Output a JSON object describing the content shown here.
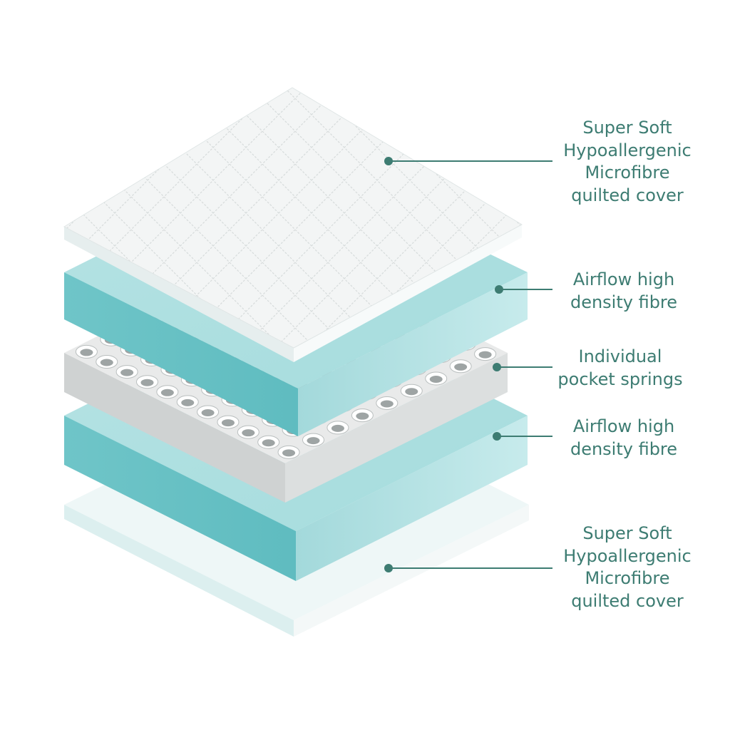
{
  "colors": {
    "accent": "#3d7c72",
    "foam": "#9ed8da",
    "cover": "#f6f7f7"
  },
  "layers": [
    {
      "id": "cover-top",
      "lines": [
        "Super Soft",
        "Hypoallergenic",
        "Microfibre",
        "quilted cover"
      ]
    },
    {
      "id": "fibre-top",
      "lines": [
        "Airflow high",
        "density fibre"
      ]
    },
    {
      "id": "springs",
      "lines": [
        "Individual",
        "pocket springs"
      ]
    },
    {
      "id": "fibre-bottom",
      "lines": [
        "Airflow high",
        "density fibre"
      ]
    },
    {
      "id": "cover-bottom",
      "lines": [
        "Super Soft",
        "Hypoallergenic",
        "Microfibre",
        "quilted cover"
      ]
    }
  ]
}
